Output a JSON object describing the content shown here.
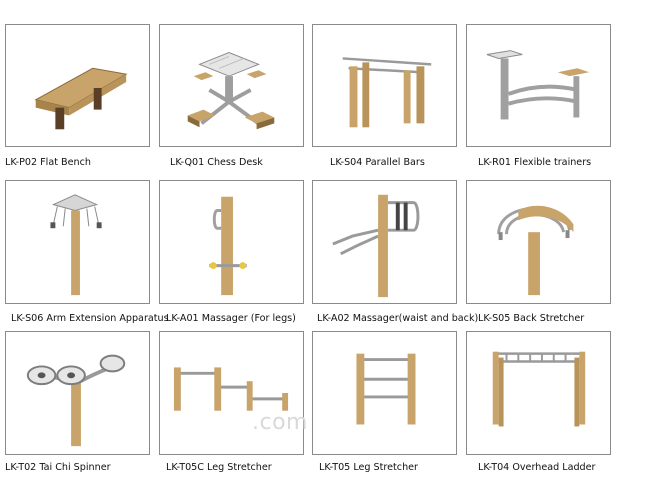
{
  "colors": {
    "wood": "#c9a46a",
    "wood_dark": "#a8844c",
    "steel": "#b8b8b8",
    "steel_dark": "#7d7d7d",
    "frame_border": "#8a8a8a"
  },
  "products": [
    {
      "caption": "LK-P02 Flat Bench",
      "icon": "flat-bench-icon"
    },
    {
      "caption": "LK-Q01 Chess Desk",
      "icon": "chess-desk-icon"
    },
    {
      "caption": "LK-S04 Parallel Bars",
      "icon": "parallel-bars-icon"
    },
    {
      "caption": "LK-R01 Flexible trainers",
      "icon": "flexible-trainer-icon"
    },
    {
      "caption": "LK-S06 Arm Extension Apparatus",
      "icon": "arm-extension-icon"
    },
    {
      "caption": "LK-A01 Massager (For legs)",
      "icon": "leg-massager-icon"
    },
    {
      "caption": "LK-A02 Massager(waist and back)",
      "icon": "waist-massager-icon"
    },
    {
      "caption": "LK-S05 Back Stretcher",
      "icon": "back-stretcher-icon"
    },
    {
      "caption": "LK-T02 Tai Chi Spinner",
      "icon": "tai-chi-spinner-icon"
    },
    {
      "caption": "LK-T05C Leg Stretcher",
      "icon": "leg-stretcher-c-icon"
    },
    {
      "caption": "LK-T05 Leg Stretcher",
      "icon": "leg-stretcher-icon"
    },
    {
      "caption": "LK-T04 Overhead Ladder",
      "icon": "overhead-ladder-icon"
    }
  ],
  "watermark": ".com"
}
